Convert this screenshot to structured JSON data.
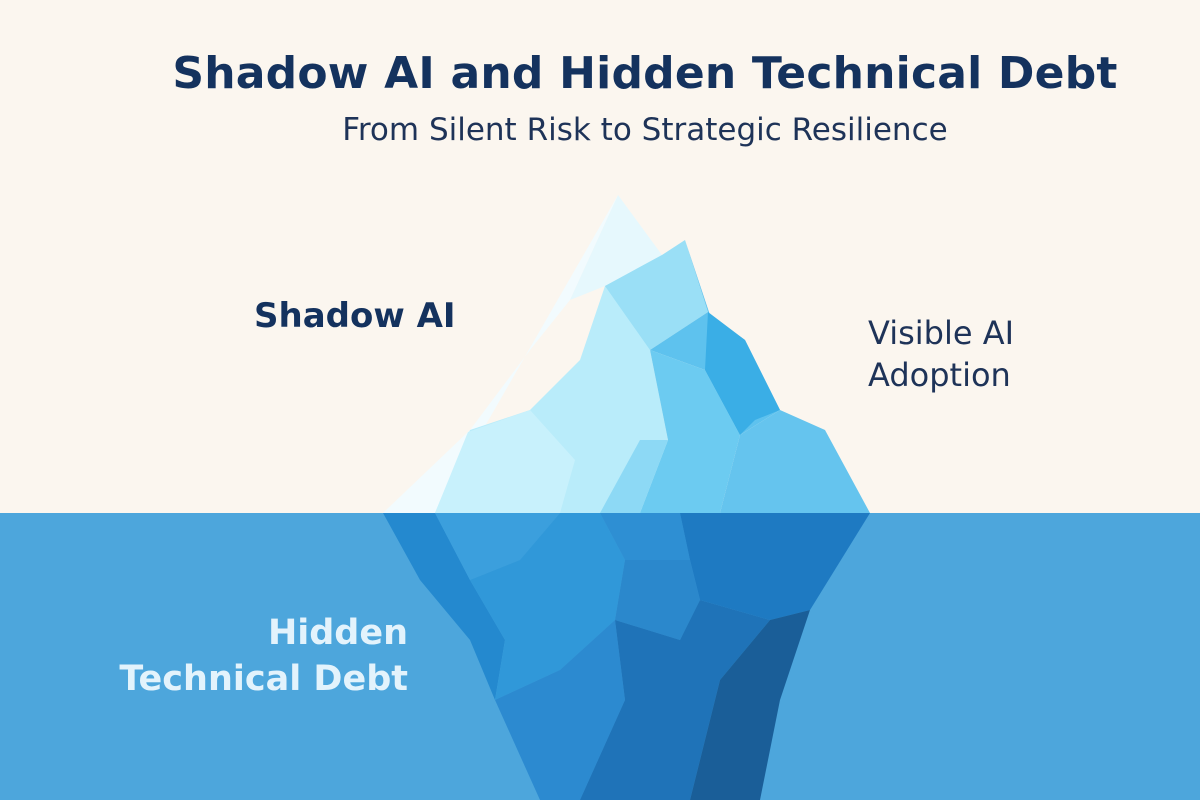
{
  "title": "Shadow AI and Hidden Technical Debt",
  "subtitle": "From Silent Risk to Strategic Resilience",
  "labels": {
    "shadow_ai": "Shadow AI",
    "visible_ai_line1": "Visible AI",
    "visible_ai_line2": "Adoption",
    "hidden_debt_line1": "Hidden",
    "hidden_debt_line2": "Technical Debt"
  },
  "colors": {
    "background": "#FBF6EF",
    "water": "#4DA6DC",
    "title": "#14325E",
    "hidden_label": "#E3F3FC"
  }
}
